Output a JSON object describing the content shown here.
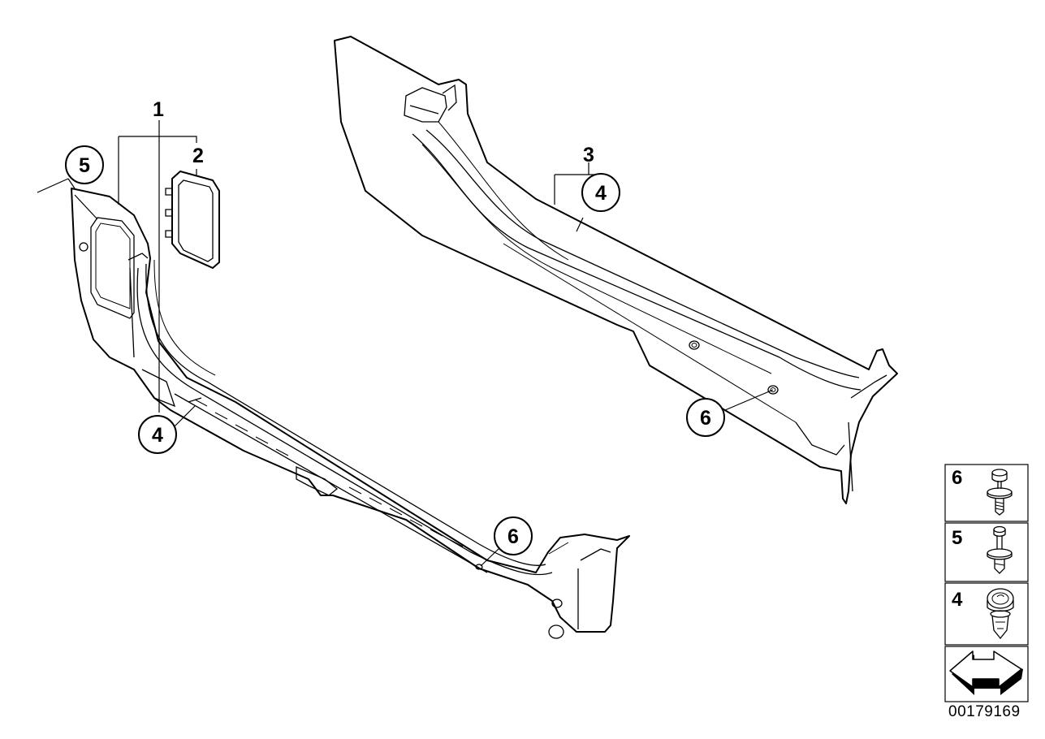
{
  "diagram": {
    "drawing_id": "00179169",
    "part_labels": {
      "p1": "1",
      "p2": "2",
      "p3": "3",
      "p4a": "4",
      "p4b": "4",
      "p5": "5",
      "p6a": "6",
      "p6b": "6"
    },
    "legend": [
      {
        "number": "6",
        "icon": "push-rivet-icon"
      },
      {
        "number": "5",
        "icon": "expanding-rivet-icon"
      },
      {
        "number": "4",
        "icon": "clip-icon"
      },
      {
        "number": "",
        "icon": "direction-arrow-icon"
      }
    ]
  }
}
